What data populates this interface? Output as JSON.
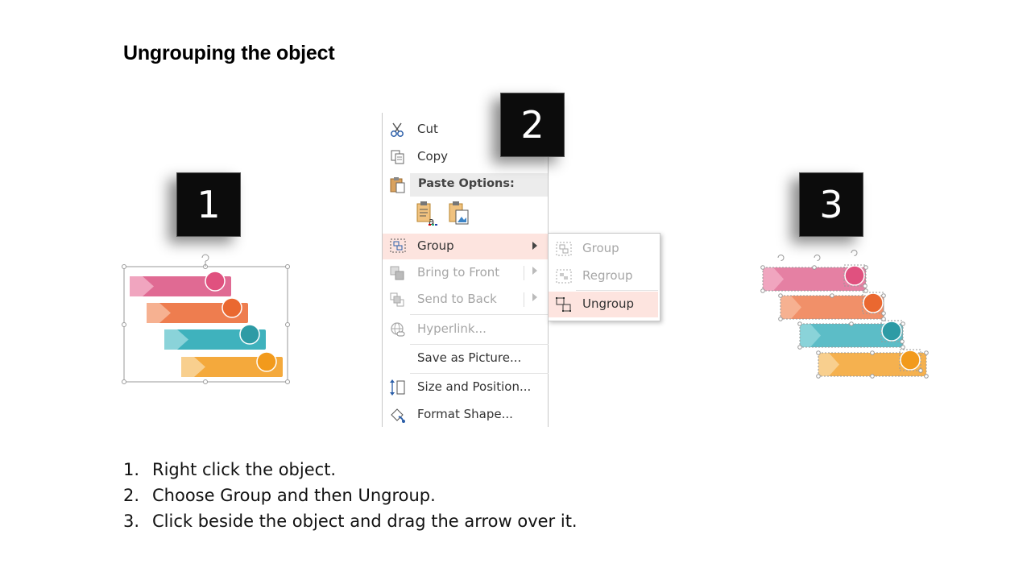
{
  "title": "Ungrouping the object",
  "badges": [
    "1",
    "2",
    "3"
  ],
  "context_menu": {
    "items": {
      "cut": "Cut",
      "copy": "Copy",
      "paste_options": "Paste Options:",
      "group": "Group",
      "bring_to_front": "Bring to Front",
      "send_to_back": "Send to Back",
      "hyperlink": "Hyperlink...",
      "save_as_picture": "Save as Picture...",
      "size_and_position": "Size and Position...",
      "format_shape": "Format Shape..."
    },
    "submenu": {
      "group": "Group",
      "regroup": "Regroup",
      "ungroup": "Ungroup"
    }
  },
  "steps": [
    {
      "num": "1.",
      "text": "Right click the object."
    },
    {
      "num": "2.",
      "text": "Choose Group and then Ungroup."
    },
    {
      "num": "3.",
      "text": "Click beside the object and drag the arrow over it."
    }
  ],
  "colors": {
    "pink": "#e06a93",
    "orange": "#ee7d4f",
    "teal": "#3fb2bd",
    "yellow": "#f4a93c"
  },
  "icons": [
    "scissors-icon",
    "copy-icon",
    "paste-icon",
    "paste-keep-text-icon",
    "paste-picture-icon",
    "group-icon",
    "bring-to-front-icon",
    "send-to-back-icon",
    "hyperlink-icon",
    "size-position-icon",
    "format-shape-icon",
    "regroup-icon",
    "ungroup-icon"
  ]
}
